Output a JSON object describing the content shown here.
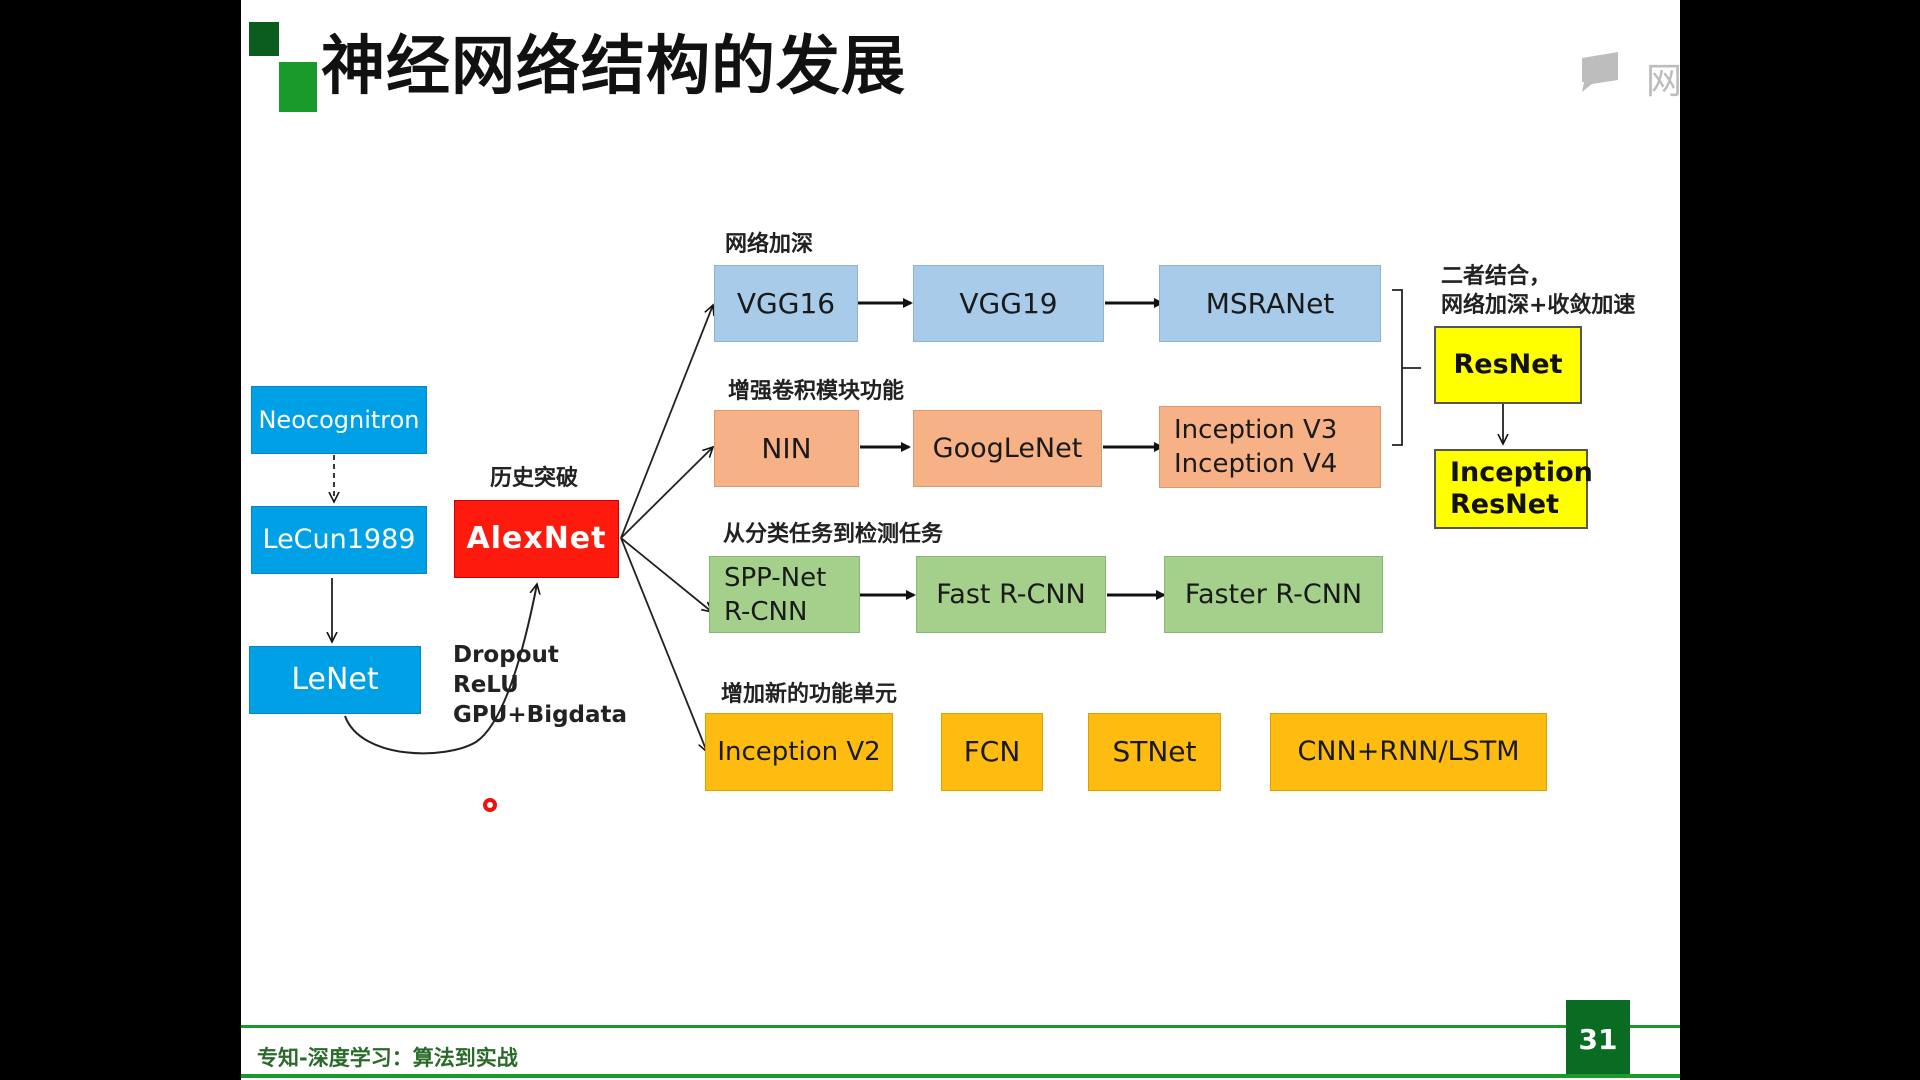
{
  "title": "神经网络结构的发展",
  "watermark": {
    "text": "网",
    "icon": "presentation-icon"
  },
  "nodes": {
    "neocognitron": "Neocognitron",
    "lecun1989": "LeCun1989",
    "lenet": "LeNet",
    "alexnet": "AlexNet",
    "vgg16": "VGG16",
    "vgg19": "VGG19",
    "msranet": "MSRANet",
    "nin": "NIN",
    "googlenet": "GoogLeNet",
    "inception_v3": "Inception V3",
    "inception_v4": "Inception V4",
    "sppnet": "SPP-Net",
    "rcnn": "R-CNN",
    "fast_rcnn": "Fast R-CNN",
    "faster_rcnn": "Faster R-CNN",
    "inception_v2": "Inception V2",
    "fcn": "FCN",
    "stnet": "STNet",
    "cnn_rnn": "CNN+RNN/LSTM",
    "resnet": "ResNet",
    "inception_resnet_1": "Inception",
    "inception_resnet_2": "ResNet"
  },
  "labels": {
    "history": "历史突破",
    "deeper": "网络加深",
    "conv": "增强卷积模块功能",
    "detect": "从分类任务到检测任务",
    "new_units": "增加新的功能单元",
    "combine_1": "二者结合，",
    "combine_2": "网络加深+收敛加速"
  },
  "notes": [
    "Dropout",
    "ReLU",
    "GPU+Bigdata"
  ],
  "footer": {
    "text": "专知-深度学习：算法到实战",
    "page": "31"
  },
  "colors": {
    "accent_green": "#1a9a2b",
    "blue": "#00a0e6",
    "light_blue": "#a9cbea",
    "orange": "#f7b187",
    "green": "#a4d08b",
    "gold": "#fdbc0f",
    "yellow": "#ffff00",
    "red": "#ff1a0e"
  }
}
